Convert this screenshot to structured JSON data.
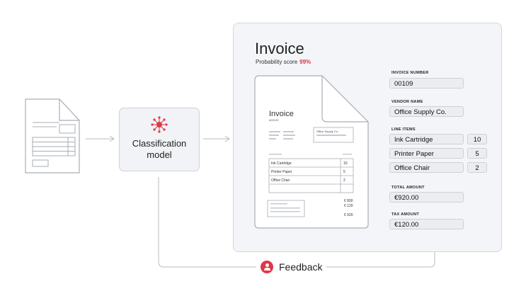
{
  "classifier": {
    "label_line1": "Classification",
    "label_line2": "model"
  },
  "panel": {
    "title": "Invoice",
    "probability_label": "Probability score",
    "probability_value": "99%"
  },
  "document": {
    "title": "Invoice",
    "number": "#00109",
    "vendor_box": "Office Supply Co.",
    "items": [
      {
        "name": "Ink Cartridge",
        "qty": "10"
      },
      {
        "name": "Printer Paper",
        "qty": "5"
      },
      {
        "name": "Office Chair",
        "qty": "2"
      }
    ],
    "totals": [
      "€ 800",
      "€ 120",
      "€ 920"
    ]
  },
  "fields": {
    "invoice_number_label": "INVOICE NUMBER",
    "invoice_number": "00109",
    "vendor_name_label": "VENDOR NAME",
    "vendor_name": "Office Supply Co.",
    "line_items_label": "LINE ITEMS",
    "line_items": [
      {
        "name": "Ink Cartridge",
        "qty": "10"
      },
      {
        "name": "Printer Paper",
        "qty": "5"
      },
      {
        "name": "Office Chair",
        "qty": "2"
      }
    ],
    "total_amount_label": "TOTAL AMOUNT",
    "total_amount": "€920.00",
    "tax_amount_label": "TAX AMOUNT",
    "tax_amount": "€120.00"
  },
  "feedback": {
    "label": "Feedback"
  },
  "colors": {
    "accent": "#e0364a",
    "panel_bg": "#f4f5f8",
    "line": "#c4c7cd"
  }
}
